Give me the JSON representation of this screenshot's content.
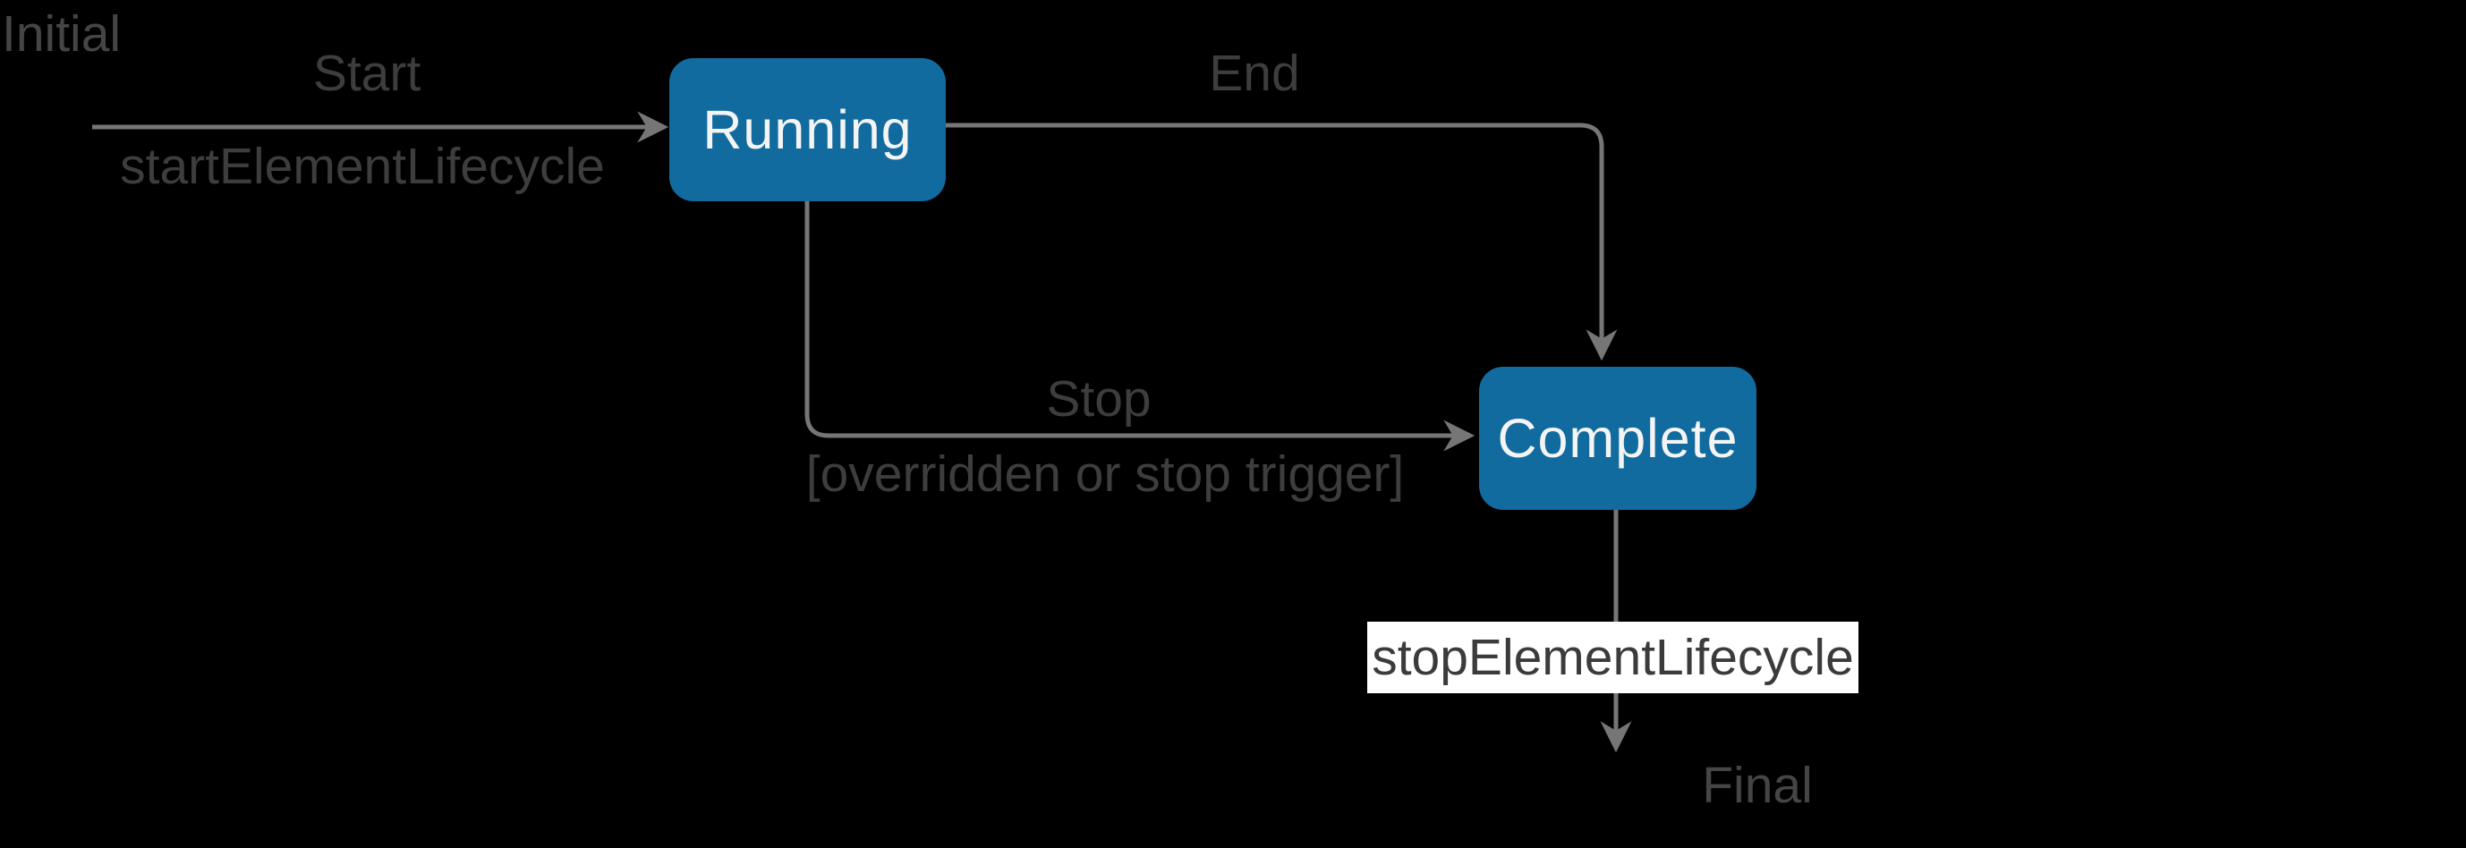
{
  "colors": {
    "background": "#000000",
    "node_fill": "#116b9e",
    "node_text": "#f4f4f4",
    "edge": "#767676",
    "label": "#3d3d3d",
    "terminal_label": "#454545",
    "label_box_bg": "#ffffff",
    "label_box_text": "#3b3b3b"
  },
  "diagram": {
    "type": "state-machine",
    "initial": {
      "label": "Initial"
    },
    "final": {
      "label": "Final"
    },
    "states": [
      {
        "id": "running",
        "label": "Running"
      },
      {
        "id": "complete",
        "label": "Complete"
      }
    ],
    "transitions": [
      {
        "from": "Initial",
        "to": "Running",
        "label": "Start",
        "trigger": "startElementLifecycle"
      },
      {
        "from": "Running",
        "to": "Complete",
        "label": "End"
      },
      {
        "from": "Running",
        "to": "Complete",
        "label": "Stop",
        "guard": "[overridden or stop trigger]"
      },
      {
        "from": "Complete",
        "to": "Final",
        "trigger": "stopElementLifecycle"
      }
    ]
  }
}
